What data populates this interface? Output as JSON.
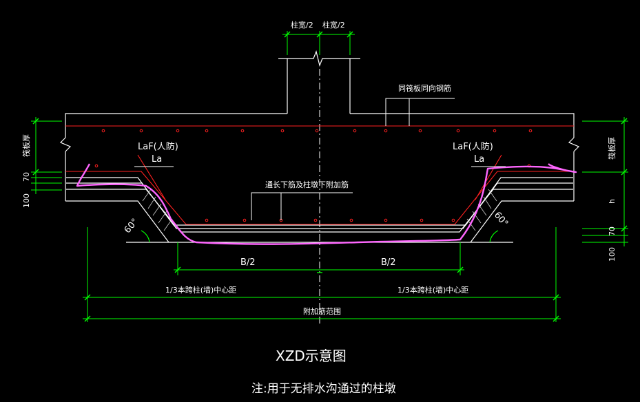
{
  "drawing": {
    "title": "XZD示意图",
    "note": "注:用于无排水沟通过的柱墩",
    "dim_col_half_left": "柱宽/2",
    "dim_col_half_right": "柱宽/2",
    "slab_rebar_note": "同筏板同向钢筋",
    "anchor_left": "LaF(人防)",
    "anchor_left_la": "La",
    "anchor_right": "LaF(人防)",
    "anchor_right_la": "La",
    "bottom_rebar_note": "通长下筋及柱墩下附加筋",
    "angle_left": "60°",
    "angle_right": "60°",
    "b_half_left": "B/2",
    "b_half_right": "B/2",
    "span_third_left": "1/3本跨柱(墙)中心距",
    "span_third_right": "1/3本跨柱(墙)中心距",
    "extra_rebar_range": "附加筋范围",
    "left_dims": {
      "slab_thickness": "筏板厚",
      "d70": "70",
      "d100": "100"
    },
    "right_dims": {
      "slab_thickness": "筏板厚",
      "h": "h",
      "d70": "70",
      "d100": "100"
    }
  },
  "colors": {
    "background": "#000000",
    "structure": "#ffffff",
    "rebar": "#ff2020",
    "dimension": "#00ff00",
    "markup": "#ff66ff",
    "text": "#ffffff"
  }
}
